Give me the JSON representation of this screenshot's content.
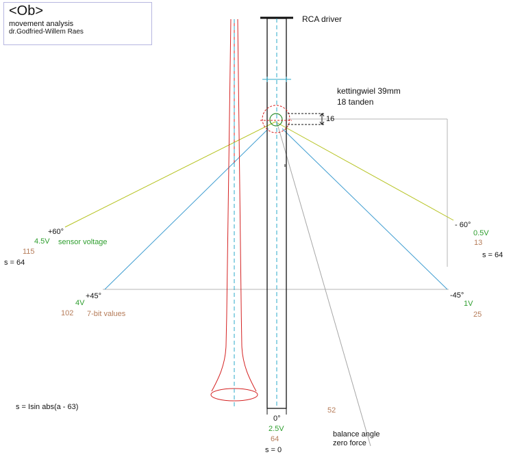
{
  "header": {
    "title": "<Ob>",
    "subtitle": "movement analysis",
    "author": "dr.Godfried-Willem Raes"
  },
  "labels": {
    "rca_driver": "RCA driver",
    "chain_wheel": "kettingwiel 39mm",
    "teeth": "18 tanden",
    "dim_16": "16",
    "formula": "s = Isin abs(a - 63)",
    "balance_1": "balance angle",
    "balance_2": "zero force",
    "balance_value": "52"
  },
  "left_60": {
    "angle": "+60°",
    "voltage": "4.5V",
    "voltage_note": "sensor voltage",
    "value": "115",
    "s": "s = 64"
  },
  "left_45": {
    "angle": "+45°",
    "voltage": "4V",
    "value": "102",
    "value_note": "7-bit values"
  },
  "right_60": {
    "angle": "- 60°",
    "voltage": "0.5V",
    "value": "13",
    "s": "s = 64"
  },
  "right_45": {
    "angle": "-45°",
    "voltage": "1V",
    "value": "25"
  },
  "bottom": {
    "angle": "0°",
    "voltage": "2.5V",
    "value": "64",
    "s": "s = 0"
  },
  "colors": {
    "ink": "#111111",
    "green_text": "#2e9e2e",
    "brown_text": "#b57b58",
    "yellow_line": "#b5c21e",
    "blue_line": "#3c9cd0",
    "red_shape": "#d42020",
    "cyan_axis": "#2aa8c8",
    "gray_line": "#b4b4b4",
    "box_border": "#b6b6e0"
  }
}
